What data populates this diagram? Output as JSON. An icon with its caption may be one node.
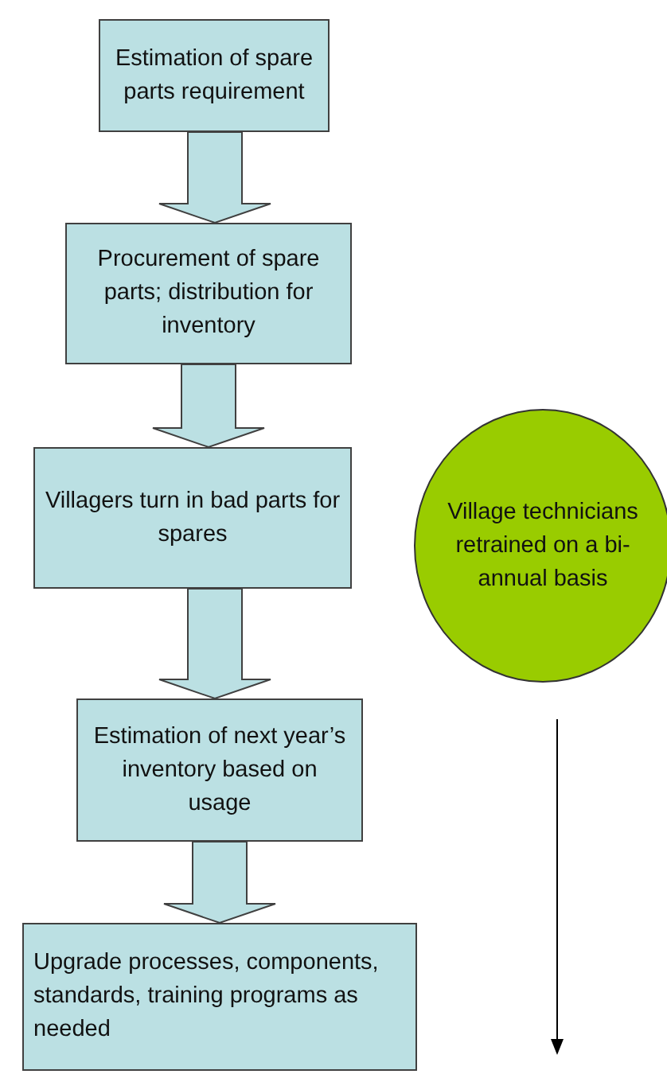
{
  "diagram": {
    "nodes": [
      {
        "text": [
          "Estimation of spare parts requirement"
        ]
      },
      {
        "text": [
          "Procurement of spare parts; distribution for inventory"
        ]
      },
      {
        "text": [
          "Villagers turn in bad parts for spares"
        ]
      },
      {
        "text": [
          "Estimation of next year’s inventory based on usage"
        ]
      },
      {
        "text": [
          "Upgrade processes, components, standards, training programs as needed"
        ]
      },
      {
        "text": [
          "Village technicians retrained on a bi-annual basis"
        ]
      }
    ],
    "edges": [
      {
        "from": 0,
        "to": 1,
        "arrow": "to"
      },
      {
        "from": 1,
        "to": 2,
        "arrow": "to"
      },
      {
        "from": 2,
        "to": 3,
        "arrow": "to"
      },
      {
        "from": 3,
        "to": 4,
        "arrow": "to"
      }
    ]
  }
}
